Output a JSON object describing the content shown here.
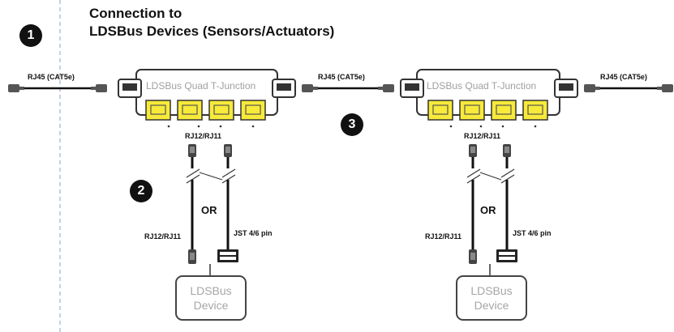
{
  "title_line1": "Connection to",
  "title_line2": "LDSBus Devices (Sensors/Actuators)",
  "badges": [
    "1",
    "2",
    "3"
  ],
  "cable_label_rj45": "RJ45 (CAT5e)",
  "junction_label": "LDSBus Quad T-Junction",
  "rj12_label": "RJ12/RJ11",
  "or_label": "OR",
  "jst_label": "JST 4/6 pin",
  "device_line1": "LDSBus",
  "device_line2": "Device",
  "colors": {
    "port_yellow": "#f7ea3a",
    "outline": "#333333",
    "divider": "#9bb3cf"
  }
}
